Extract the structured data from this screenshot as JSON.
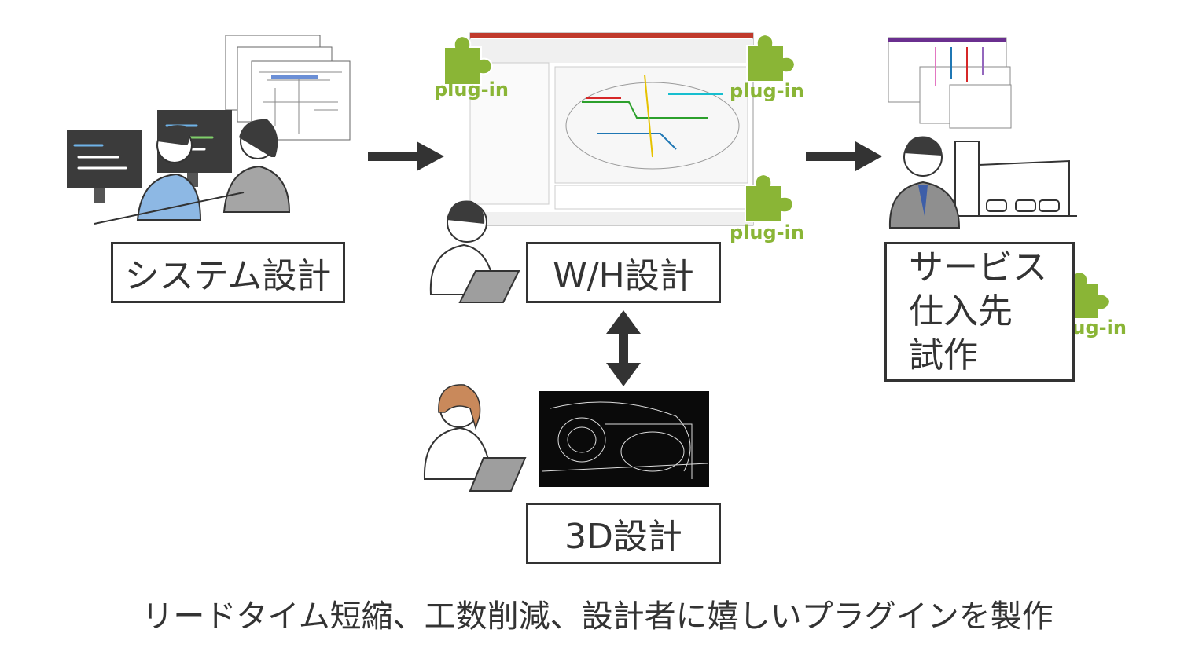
{
  "stages": {
    "system": "システム設計",
    "wh": "W/H設計",
    "design3d": "3D設計",
    "service": [
      "サービス",
      "仕入先",
      "試作"
    ]
  },
  "plugin_label": "plug-in",
  "caption": "リードタイム短縮、工数削減、設計者に嬉しいプラグインを製作",
  "colors": {
    "accent_green": "#8ab536",
    "arrow": "#333333",
    "border": "#333333"
  }
}
